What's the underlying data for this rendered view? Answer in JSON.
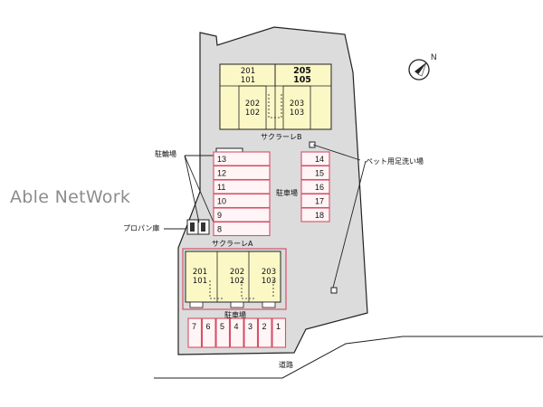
{
  "watermark": "Able NetWork",
  "colors": {
    "site": "#dcdcdc",
    "building": "#fbf8c6",
    "parking_stroke": "#d6506a",
    "parking_fill": "#fff5f6",
    "line": "#222222"
  },
  "compass": {
    "icon": "north-arrow-icon",
    "label": "N"
  },
  "building_b": {
    "name": "サクラーレB",
    "units": [
      {
        "top": "201",
        "bottom": "101"
      },
      {
        "top": "205",
        "bottom": "105"
      },
      {
        "top": "202",
        "bottom": "102"
      },
      {
        "top": "203",
        "bottom": "103"
      }
    ]
  },
  "building_a": {
    "name": "サクラーレA",
    "units": [
      {
        "top": "201",
        "bottom": "101"
      },
      {
        "top": "202",
        "bottom": "102"
      },
      {
        "top": "203",
        "bottom": "103"
      }
    ]
  },
  "labels": {
    "bicycle_parking": "駐輪場",
    "propane": "プロパン庫",
    "pet_wash": "ペット用足洗い場",
    "parking_mid": "駐車場",
    "parking_bottom": "駐車場",
    "road": "道路"
  },
  "parking": {
    "left_column": [
      "13",
      "12",
      "11",
      "10",
      "9",
      "8"
    ],
    "right_column": [
      "14",
      "15",
      "16",
      "17",
      "18"
    ],
    "bottom_row": [
      "7",
      "6",
      "5",
      "4",
      "3",
      "2",
      "1"
    ]
  }
}
